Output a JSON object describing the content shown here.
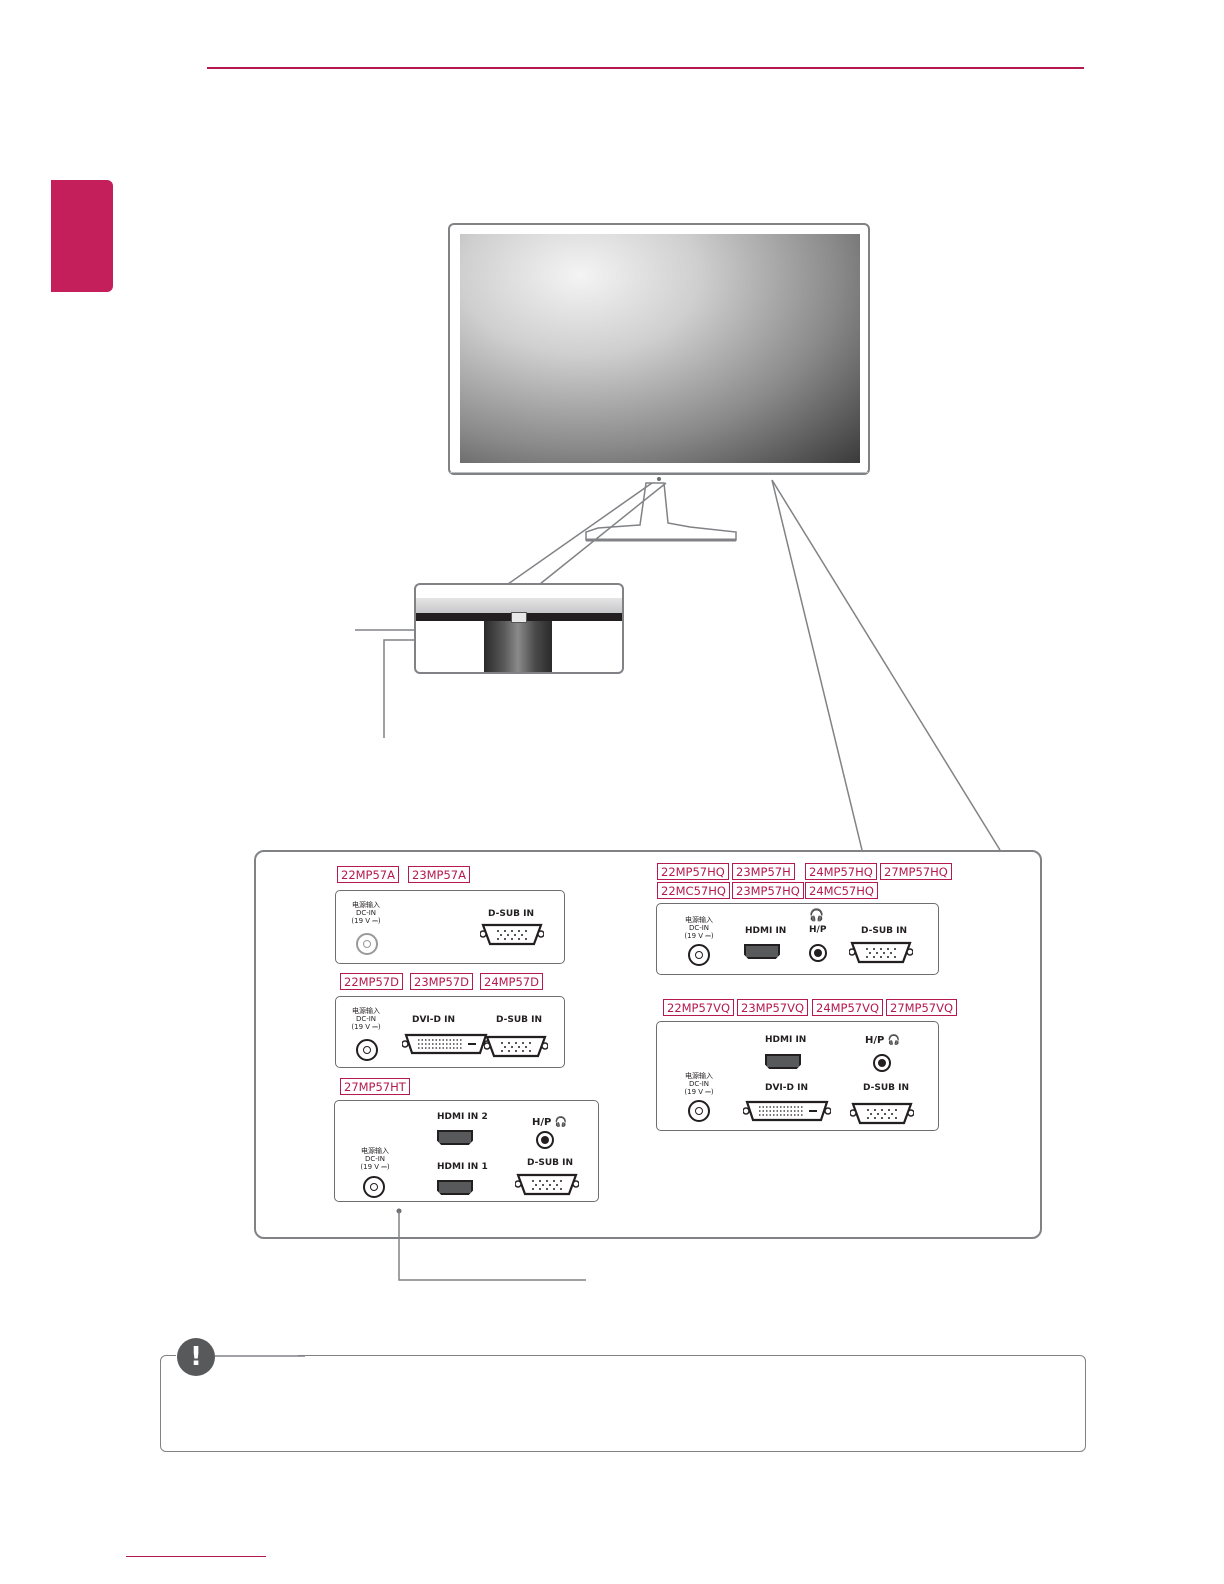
{
  "colors": {
    "accent": "#b5194f",
    "tab": "#c41f5b",
    "line": "#808285"
  },
  "icons": [
    "power-button",
    "headphone-icon",
    "note-exclamation-icon"
  ],
  "tags_a": [
    "22MP57A",
    "23MP57A"
  ],
  "tags_d": [
    "22MP57D",
    "23MP57D",
    "24MP57D"
  ],
  "tags_ht": [
    "27MP57HT"
  ],
  "tags_hq_row1": [
    "22MP57HQ",
    "23MP57H",
    "24MP57HQ",
    "27MP57HQ"
  ],
  "tags_hq_row2": [
    "22MC57HQ",
    "23MP57HQ",
    "24MC57HQ"
  ],
  "tags_vq": [
    "22MP57VQ",
    "23MP57VQ",
    "24MP57VQ",
    "27MP57VQ"
  ],
  "ports": {
    "dcin_cn": "电源输入",
    "dcin": "DC-IN",
    "dcin_volt": "(19 V ⎓)",
    "dsub": "D-SUB IN",
    "dvid": "DVI-D IN",
    "hdmi": "HDMI IN",
    "hdmi1": "HDMI IN 1",
    "hdmi2": "HDMI IN 2",
    "hp": "H/P"
  },
  "note": {
    "icon": "!"
  }
}
